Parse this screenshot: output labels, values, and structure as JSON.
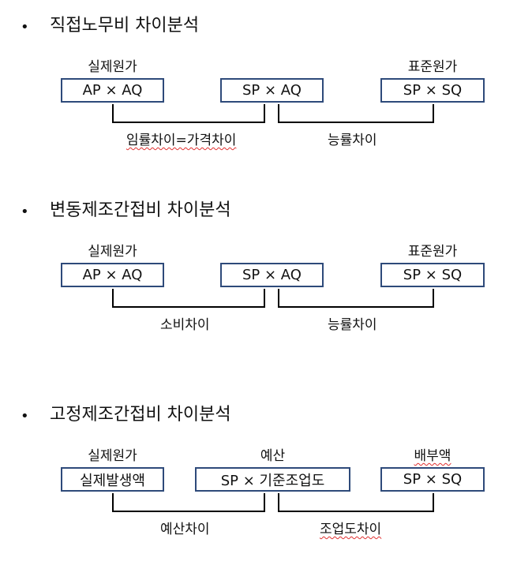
{
  "sections": [
    {
      "bullet": "•",
      "heading": "직접노무비 차이분석",
      "top_labels": [
        "실제원가",
        "",
        "표준원가"
      ],
      "boxes": [
        "AP × AQ",
        "SP × AQ",
        "SP × SQ"
      ],
      "bottom_labels": [
        "임률차이=가격차이",
        "능률차이"
      ]
    },
    {
      "bullet": "•",
      "heading": "변동제조간접비 차이분석",
      "top_labels": [
        "실제원가",
        "",
        "표준원가"
      ],
      "boxes": [
        "AP × AQ",
        "SP × AQ",
        "SP × SQ"
      ],
      "bottom_labels": [
        "소비차이",
        "능률차이"
      ]
    },
    {
      "bullet": "•",
      "heading": "고정제조간접비 차이분석",
      "top_labels": [
        "실제원가",
        "예산",
        "배부액"
      ],
      "boxes": [
        "실제발생액",
        "SP × 기준조업도",
        "SP × SQ"
      ],
      "bottom_labels": [
        "예산차이",
        "조업도차이"
      ]
    }
  ]
}
